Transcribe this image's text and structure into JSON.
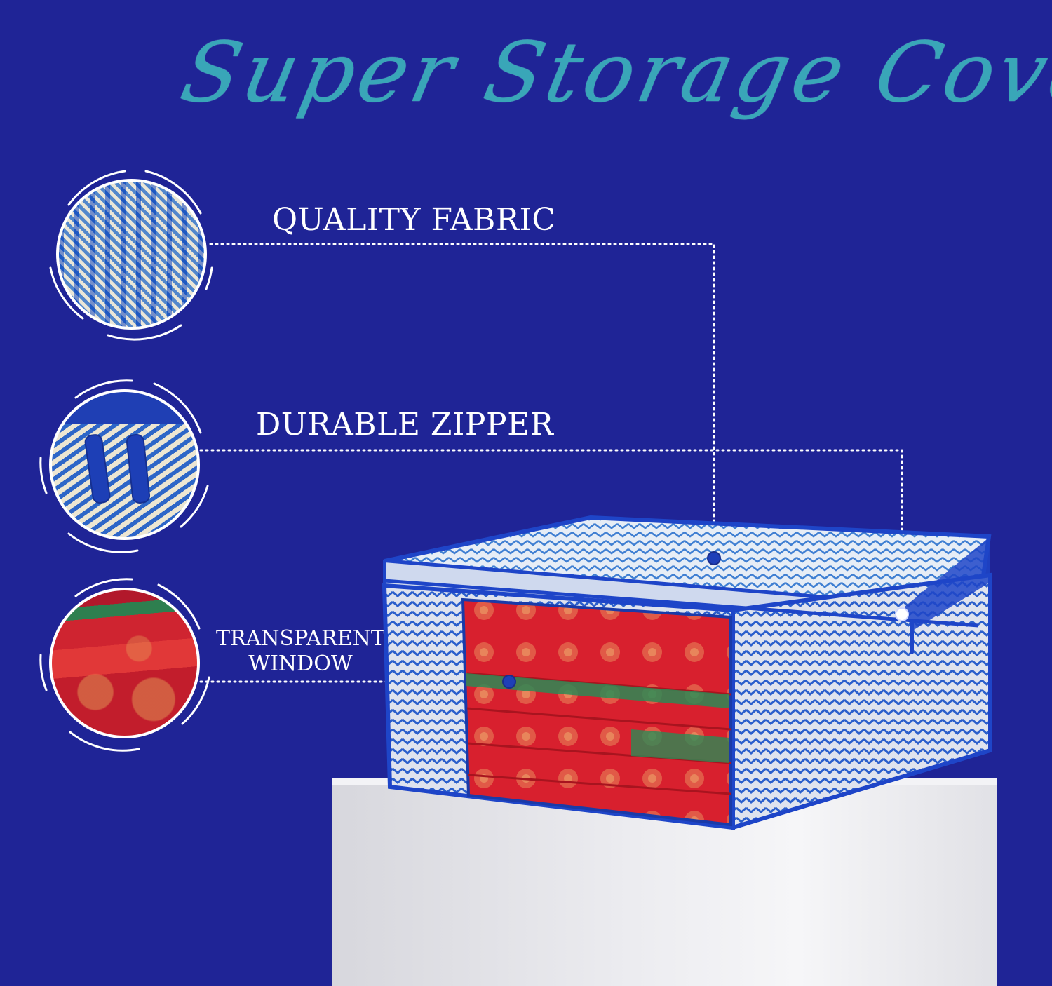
{
  "title": "Super Storage Cover",
  "features": [
    {
      "label": "QUALITY FABRIC"
    },
    {
      "label": "DURABLE ZIPPER"
    },
    {
      "label_line1": "TRANSPARENT",
      "label_line2": "WINDOW"
    }
  ],
  "colors": {
    "background": "#1f2496",
    "title": "#39a6b8",
    "labels": "#ffffff",
    "bag_blue": "#1e45c8",
    "fabric_red": "#d4202e"
  },
  "icons": [
    "fabric-closeup",
    "zipper-closeup",
    "window-closeup"
  ]
}
